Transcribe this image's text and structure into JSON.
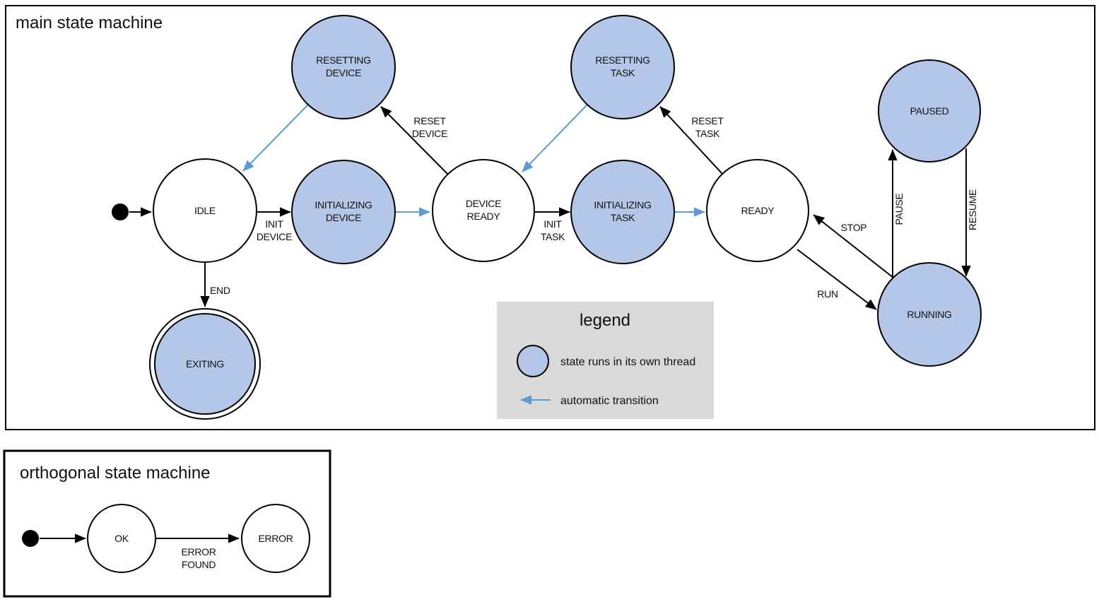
{
  "main": {
    "title": "main state machine",
    "nodes": {
      "idle": {
        "label": "IDLE"
      },
      "resetting_device": {
        "line1": "RESETTING",
        "line2": "DEVICE"
      },
      "initializing_device": {
        "line1": "INITIALIZING",
        "line2": "DEVICE"
      },
      "device_ready": {
        "line1": "DEVICE",
        "line2": "READY"
      },
      "resetting_task": {
        "line1": "RESETTING",
        "line2": "TASK"
      },
      "initializing_task": {
        "line1": "INITIALIZING",
        "line2": "TASK"
      },
      "ready": {
        "label": "READY"
      },
      "paused": {
        "label": "PAUSED"
      },
      "running": {
        "label": "RUNNING"
      },
      "exiting": {
        "label": "EXITING"
      }
    },
    "edges": {
      "init_device": {
        "line1": "INIT",
        "line2": "DEVICE"
      },
      "init_task": {
        "line1": "INIT",
        "line2": "TASK"
      },
      "reset_device": {
        "line1": "RESET",
        "line2": "DEVICE"
      },
      "reset_task": {
        "line1": "RESET",
        "line2": "TASK"
      },
      "end": "END",
      "stop": "STOP",
      "run": "RUN",
      "pause": "PAUSE",
      "resume": "RESUME"
    }
  },
  "legend": {
    "title": "legend",
    "thread_label": "state runs in its own thread",
    "auto_label": "automatic transition"
  },
  "orthogonal": {
    "title": "orthogonal state machine",
    "nodes": {
      "ok": {
        "label": "OK"
      },
      "error": {
        "label": "ERROR"
      }
    },
    "edges": {
      "error_found": {
        "line1": "ERROR",
        "line2": "FOUND"
      }
    }
  },
  "colors": {
    "thread_fill": "#b4c7e8",
    "auto_arrow": "#5b9bd5",
    "legend_bg": "#d9d9d9",
    "stroke": "#000000"
  }
}
